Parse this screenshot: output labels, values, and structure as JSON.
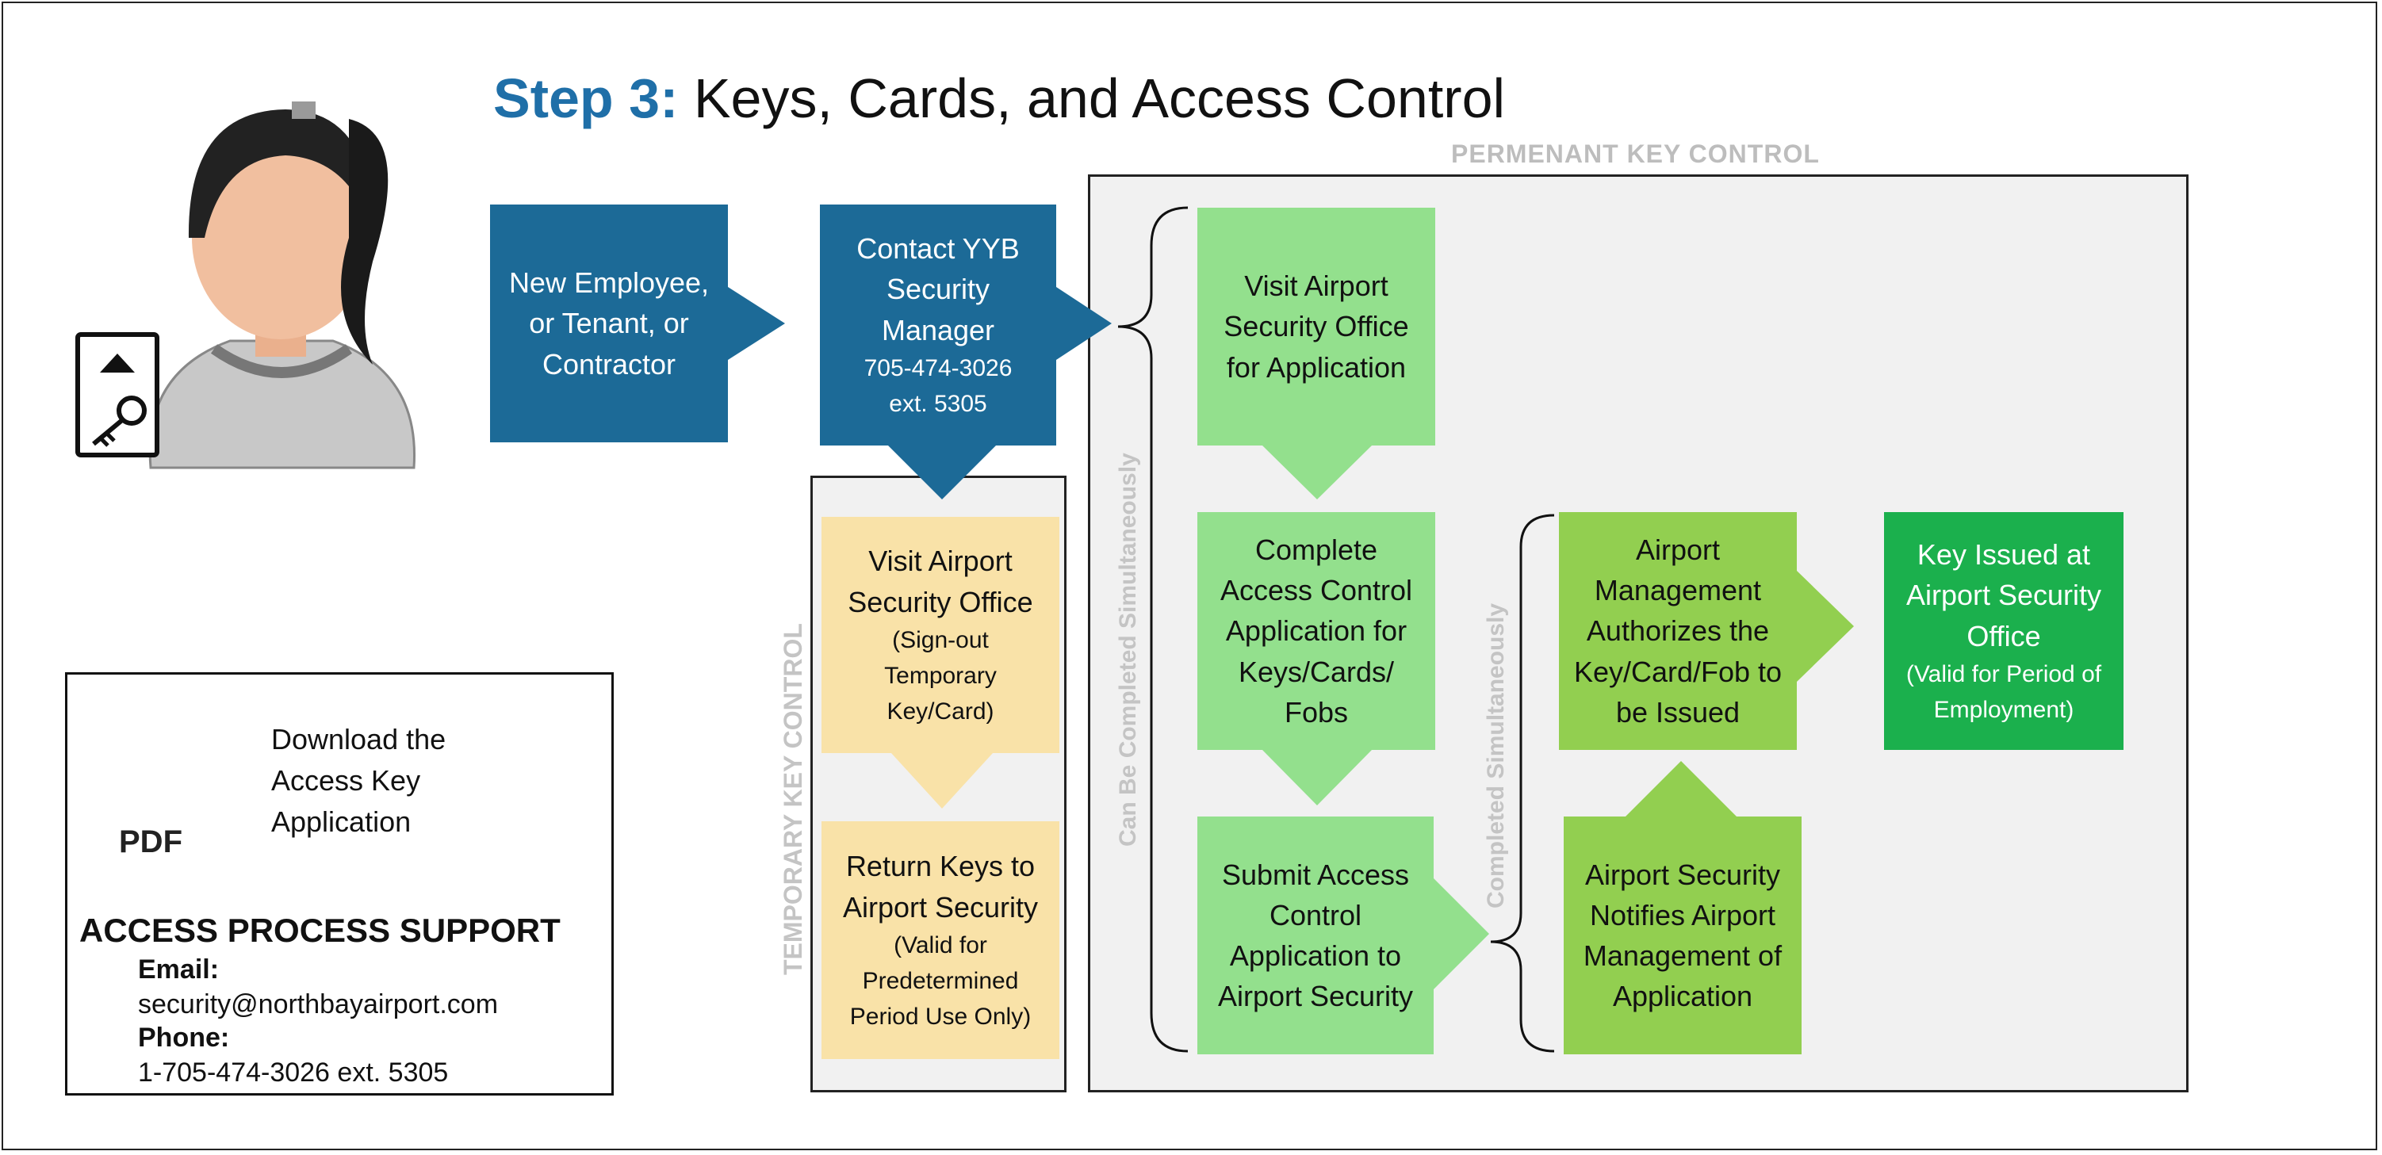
{
  "title": {
    "step": "Step 3:",
    "rest": " Keys, Cards, and Access Control"
  },
  "permanent_label": "PERMENANT KEY CONTROL",
  "temporary_label": "TEMPORARY KEY CONTROL",
  "simultaneous_label_1": "Can Be Completed Simultaneously",
  "simultaneous_label_2": "Completed Simultaneously",
  "boxes": {
    "new_employee": "New Employee, or Tenant, or Contractor",
    "contact": {
      "main": "Contact YYB Security Manager",
      "small1": "705-474-3026",
      "small2": "ext. 5305"
    },
    "temp_visit": {
      "main": "Visit Airport Security Office",
      "small": "(Sign-out Temporary Key/Card)"
    },
    "temp_return": {
      "main": "Return Keys to Airport Security",
      "small": "(Valid for Predetermined Period Use Only)"
    },
    "visit_office": "Visit Airport Security Office for Application",
    "complete_app": "Complete Access Control Application for Keys/Cards/ Fobs",
    "submit_app": "Submit Access Control Application to Airport Security",
    "authorize": "Airport Management Authorizes the Key/Card/Fob to be Issued",
    "notify": "Airport Security Notifies Airport Management of Application",
    "issued": {
      "main": "Key Issued at Airport Security Office",
      "small": "(Valid for Period of Employment)"
    }
  },
  "download": {
    "icon_text": "PDF",
    "label": "Download the Access Key Application"
  },
  "support": {
    "title": "ACCESS PROCESS SUPPORT",
    "email_label": "Email:",
    "email": "security@northbayairport.com",
    "phone_label": "Phone:",
    "phone": "1-705-474-3026 ext. 5305"
  },
  "colors": {
    "blue": "#1c6a97",
    "tan": "#f9e2a8",
    "light_green": "#93e08d",
    "mid_green": "#92cf50",
    "dark_green": "#1bb04d",
    "title_blue": "#1f6fa8"
  },
  "icons": [
    "employee-avatar-icon",
    "keycard-icon",
    "pdf-download-icon"
  ]
}
